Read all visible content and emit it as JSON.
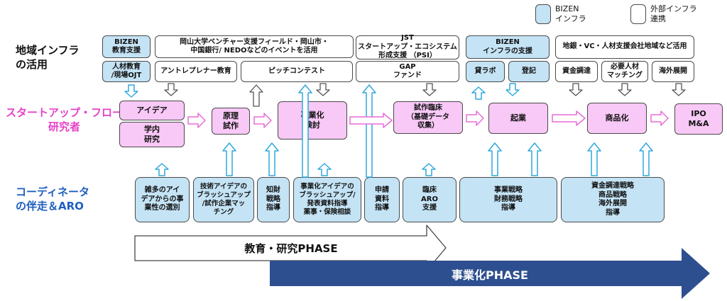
{
  "legend": {
    "bizen": "BIZEN\nインフラ",
    "external": "外部インフラ\n連携"
  },
  "row_labels": {
    "regional": "地域インフラ\nの活用",
    "flow": "スタートアップ・フロー\n研究者",
    "coordinator": "コーディネータ\nの伴走＆ARO"
  },
  "infra": {
    "bizen_edu": "BIZEN\n教育支援",
    "okayama_events": "岡山大学ベンチャー支援フィールド・岡山市・\n中国銀行/ NEDOなどのイベントを活用",
    "jst": "JST\nスタートアップ・エコシステム\n形成支援 （PSI）",
    "bizen_infra": "BIZEN\nインフラの支援",
    "regional_banks": "地銀・VC・人材支援会社地域など活用",
    "human_edu": "人材教育\n/現場OJT",
    "entrepreneur_edu": "アントレプレナー教育",
    "pitch": "ピッチコンテスト",
    "gap_fund": "GAP\nファンド",
    "lab": "貸ラボ",
    "registration": "登記",
    "funding": "資金調達",
    "talent": "必要人材\nマッチング",
    "overseas": "海外展開"
  },
  "flow": {
    "idea": "アイデア",
    "research": "学内\n研究",
    "prototype": "原理\n試作",
    "commercialization": "事業化\n検討",
    "clinical": "試作臨床\n（基礎データ\n収集）",
    "startup": "起業",
    "product": "商品化",
    "ipo": "IPO\nM&A"
  },
  "coordinator": {
    "c1": "雑多のアイ\nデアからの事\n業性の選別",
    "c2": "技術アイデアの\nブラッシュアップ\n/試作企業マッ\nチング",
    "c3": "知財\n戦略\n指導",
    "c4": "事業化アイデアの\nブラッシュアップ/\n発表資料指導\n薬事・保険相談",
    "c5": "申請\n資料\n指導",
    "c6": "臨床\nARO\n支援",
    "c7": "事業戦略\n財務戦略\n指導",
    "c8": "資金調達戦略\n商品戦略\n海外展開\n指導"
  },
  "phases": {
    "education": "教育・研究PHASE",
    "business": "事業化PHASE"
  },
  "colors": {
    "bizen_blue": "#c4e3f5",
    "flow_pink": "#f8c8f6",
    "phase_navy": "#2e4f8f",
    "flow_label_pink": "#e542c9",
    "coord_label_blue": "#1f5fbf",
    "arrow_cyan": "#2fa9dc"
  }
}
